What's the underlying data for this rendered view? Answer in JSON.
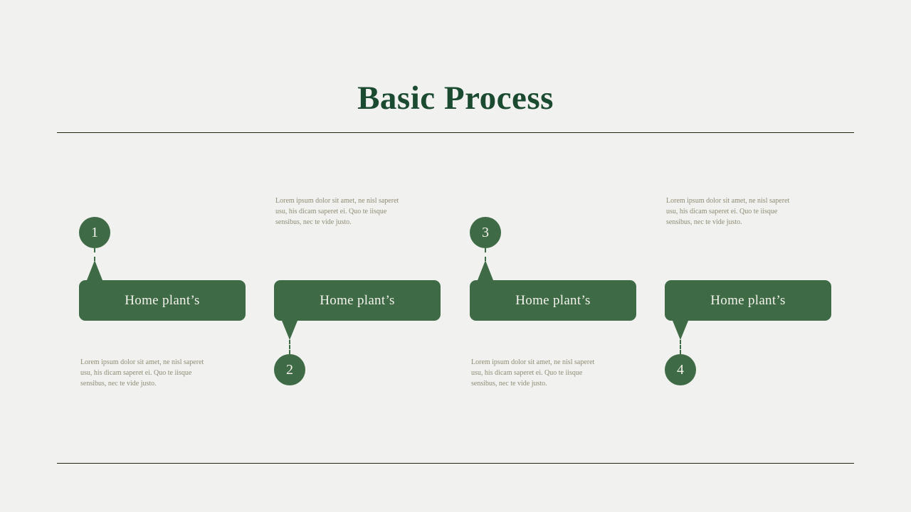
{
  "slide": {
    "title": "Basic Process"
  },
  "colors": {
    "background": "#f1f1ef",
    "shape_green": "#3e6b45",
    "title_green": "#1a4a30",
    "body_text": "#8f8c74",
    "divider": "#22230f",
    "label_text": "#f4f2ec"
  },
  "steps": [
    {
      "number": "1",
      "label": "Home plant’s",
      "description": "Lorem ipsum dolor sit amet, ne nisl saperet usu, his dicam saperet ei. Quo te iisque sensibus, nec te vide justo.",
      "circle_position": "above",
      "description_position": "below"
    },
    {
      "number": "2",
      "label": "Home plant’s",
      "description": "Lorem ipsum dolor sit amet, ne nisl saperet usu, his dicam saperet ei. Quo te iisque sensibus, nec te vide justo.",
      "circle_position": "below",
      "description_position": "above"
    },
    {
      "number": "3",
      "label": "Home plant’s",
      "description": "Lorem ipsum dolor sit amet, ne nisl saperet usu, his dicam saperet ei. Quo te iisque sensibus, nec te vide justo.",
      "circle_position": "above",
      "description_position": "below"
    },
    {
      "number": "4",
      "label": "Home plant’s",
      "description": "Lorem ipsum dolor sit amet, ne nisl saperet usu, his dicam saperet ei. Quo te iisque sensibus, nec te vide justo.",
      "circle_position": "below",
      "description_position": "above"
    }
  ]
}
